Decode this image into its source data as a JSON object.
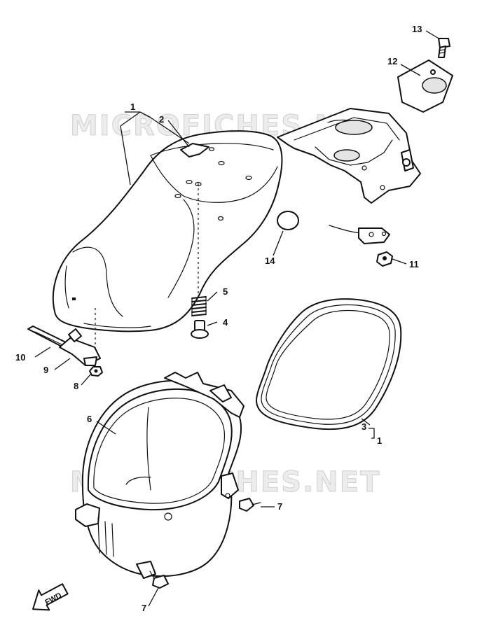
{
  "watermark": {
    "top_text": "MICROFICHES.NET",
    "bottom_text": "MICROFICHES.NET"
  },
  "callouts": {
    "p1": "1",
    "p1b": "1",
    "p2": "2",
    "p3": "3",
    "p4": "4",
    "p5": "5",
    "p6": "6",
    "p7a": "7",
    "p7b": "7",
    "p8": "8",
    "p9": "9",
    "p10": "10",
    "p11": "11",
    "p12": "12",
    "p13": "13",
    "p14": "14"
  },
  "direction_marker": {
    "label": "FWD",
    "icon": "fwd-arrow-icon"
  }
}
